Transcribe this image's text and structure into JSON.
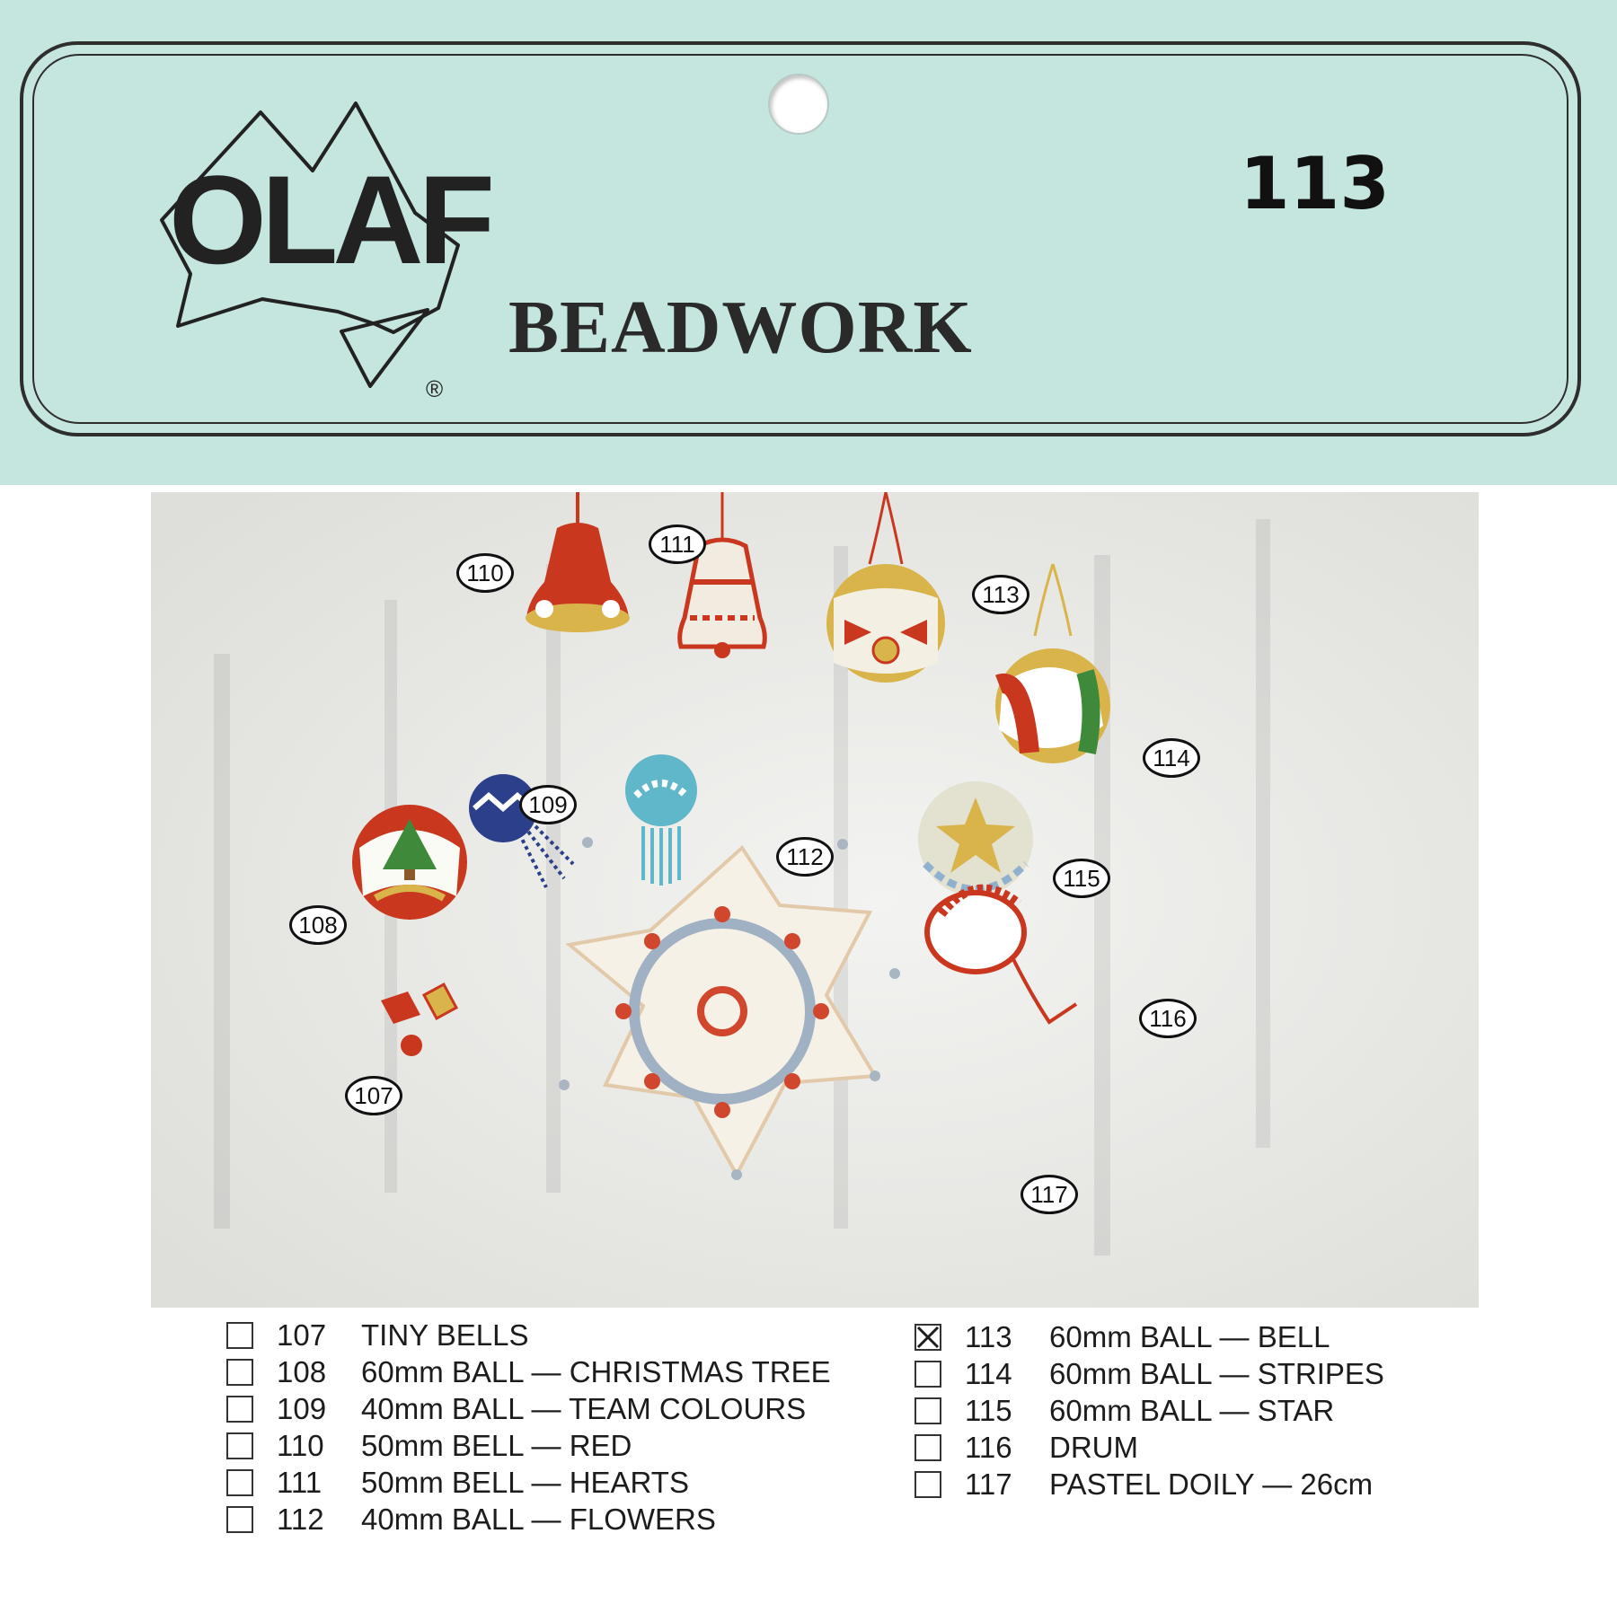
{
  "header": {
    "logo_text": "OLAF",
    "registered_mark": "®",
    "brand_subtitle": "BEADWORK",
    "product_number": "113"
  },
  "photo_labels": [
    "110",
    "111",
    "113",
    "114",
    "109",
    "112",
    "115",
    "108",
    "116",
    "107",
    "117"
  ],
  "items_left": [
    {
      "code": "107",
      "desc": "TINY BELLS",
      "checked": false
    },
    {
      "code": "108",
      "desc": "60mm BALL — CHRISTMAS TREE",
      "checked": false
    },
    {
      "code": "109",
      "desc": "40mm BALL — TEAM COLOURS",
      "checked": false
    },
    {
      "code": "110",
      "desc": "50mm BELL — RED",
      "checked": false
    },
    {
      "code": "111",
      "desc": "50mm BELL — HEARTS",
      "checked": false
    },
    {
      "code": "112",
      "desc": "40mm BALL — FLOWERS",
      "checked": false
    }
  ],
  "items_right": [
    {
      "code": "113",
      "desc": "60mm BALL — BELL",
      "checked": true
    },
    {
      "code": "114",
      "desc": "60mm BALL — STRIPES",
      "checked": false
    },
    {
      "code": "115",
      "desc": "60mm BALL — STAR",
      "checked": false
    },
    {
      "code": "116",
      "desc": "DRUM",
      "checked": false
    },
    {
      "code": "117",
      "desc": "PASTEL DOILY — 26cm",
      "checked": false
    }
  ],
  "colors": {
    "header_background": "#c5e6df",
    "ink": "#1c1c1c",
    "bead_red": "#c9371f",
    "bead_gold": "#d9b44a"
  }
}
